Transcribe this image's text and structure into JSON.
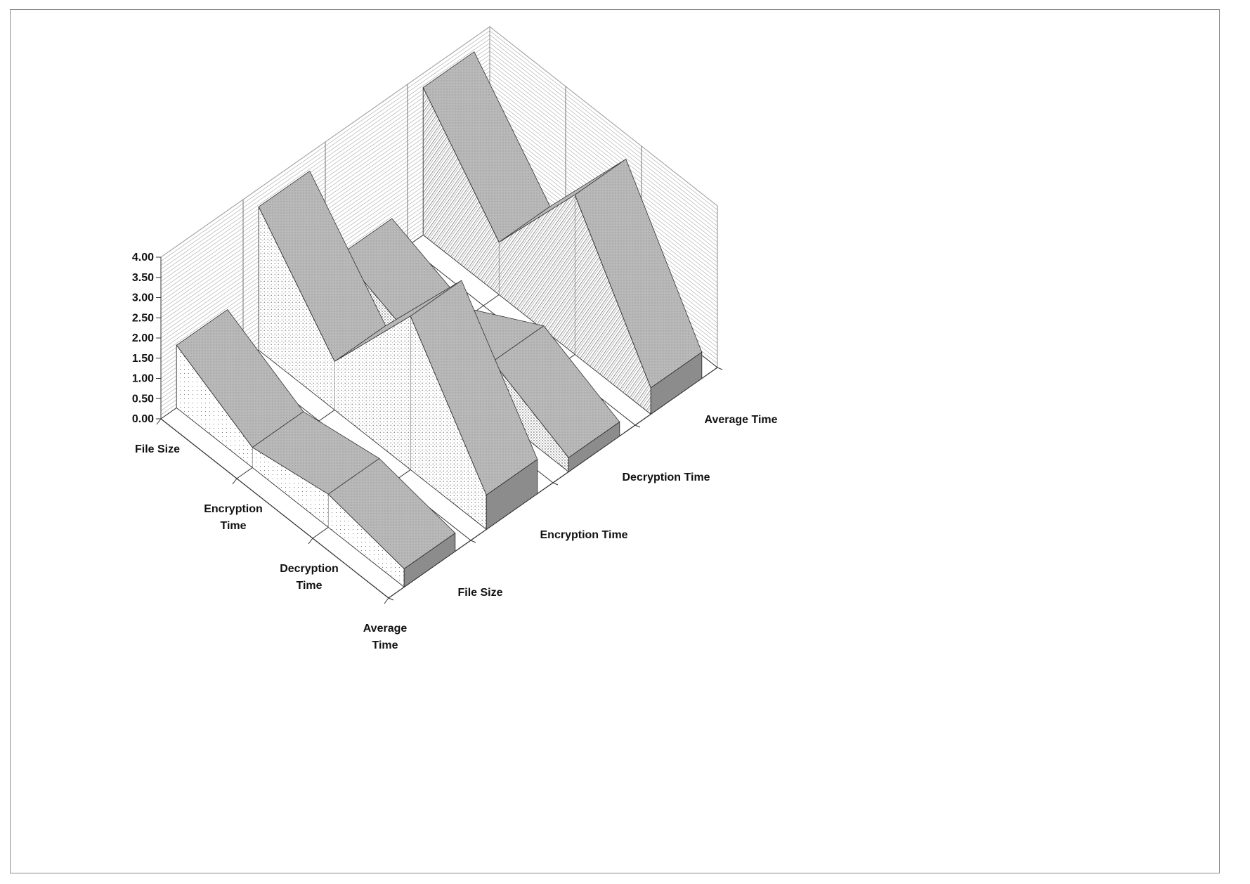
{
  "chart_data": {
    "type": "area",
    "title": "",
    "categories": [
      "File Size",
      "Encryption Time",
      "Decryption Time",
      "Average Time"
    ],
    "series": [
      {
        "name": "File Size",
        "values": [
          1.55,
          0.5,
          0.82,
          0.45
        ],
        "style": "dots-fine"
      },
      {
        "name": "Encryption Time",
        "values": [
          3.55,
          1.2,
          3.8,
          0.85
        ],
        "style": "dots-medium"
      },
      {
        "name": "Decryption Time",
        "values": [
          0.95,
          0.2,
          1.25,
          0.35
        ],
        "style": "dots-dense"
      },
      {
        "name": "Average Time",
        "values": [
          3.65,
          1.3,
          3.95,
          0.65
        ],
        "style": "hatched"
      }
    ],
    "z_axis": {
      "min": 0,
      "max": 4,
      "tick_labels": [
        "0.00",
        "0.50",
        "1.00",
        "1.50",
        "2.00",
        "2.50",
        "3.00",
        "3.50",
        "4.00"
      ]
    },
    "category_axis_labels": [
      [
        "File Size"
      ],
      [
        "Encryption",
        "Time"
      ],
      [
        "Decryption",
        "Time"
      ],
      [
        "Average",
        "Time"
      ]
    ],
    "series_axis_labels": [
      "File Size",
      "Encryption Time",
      "Decryption Time",
      "Average Time"
    ],
    "grid": true,
    "legend": "none",
    "colors": {
      "top": "#bdbdbd",
      "front": "#ffffff",
      "end": "#8c8c8c",
      "stroke": "#333333",
      "wall_line": "#9a9a9a",
      "background": "#ffffff"
    }
  }
}
